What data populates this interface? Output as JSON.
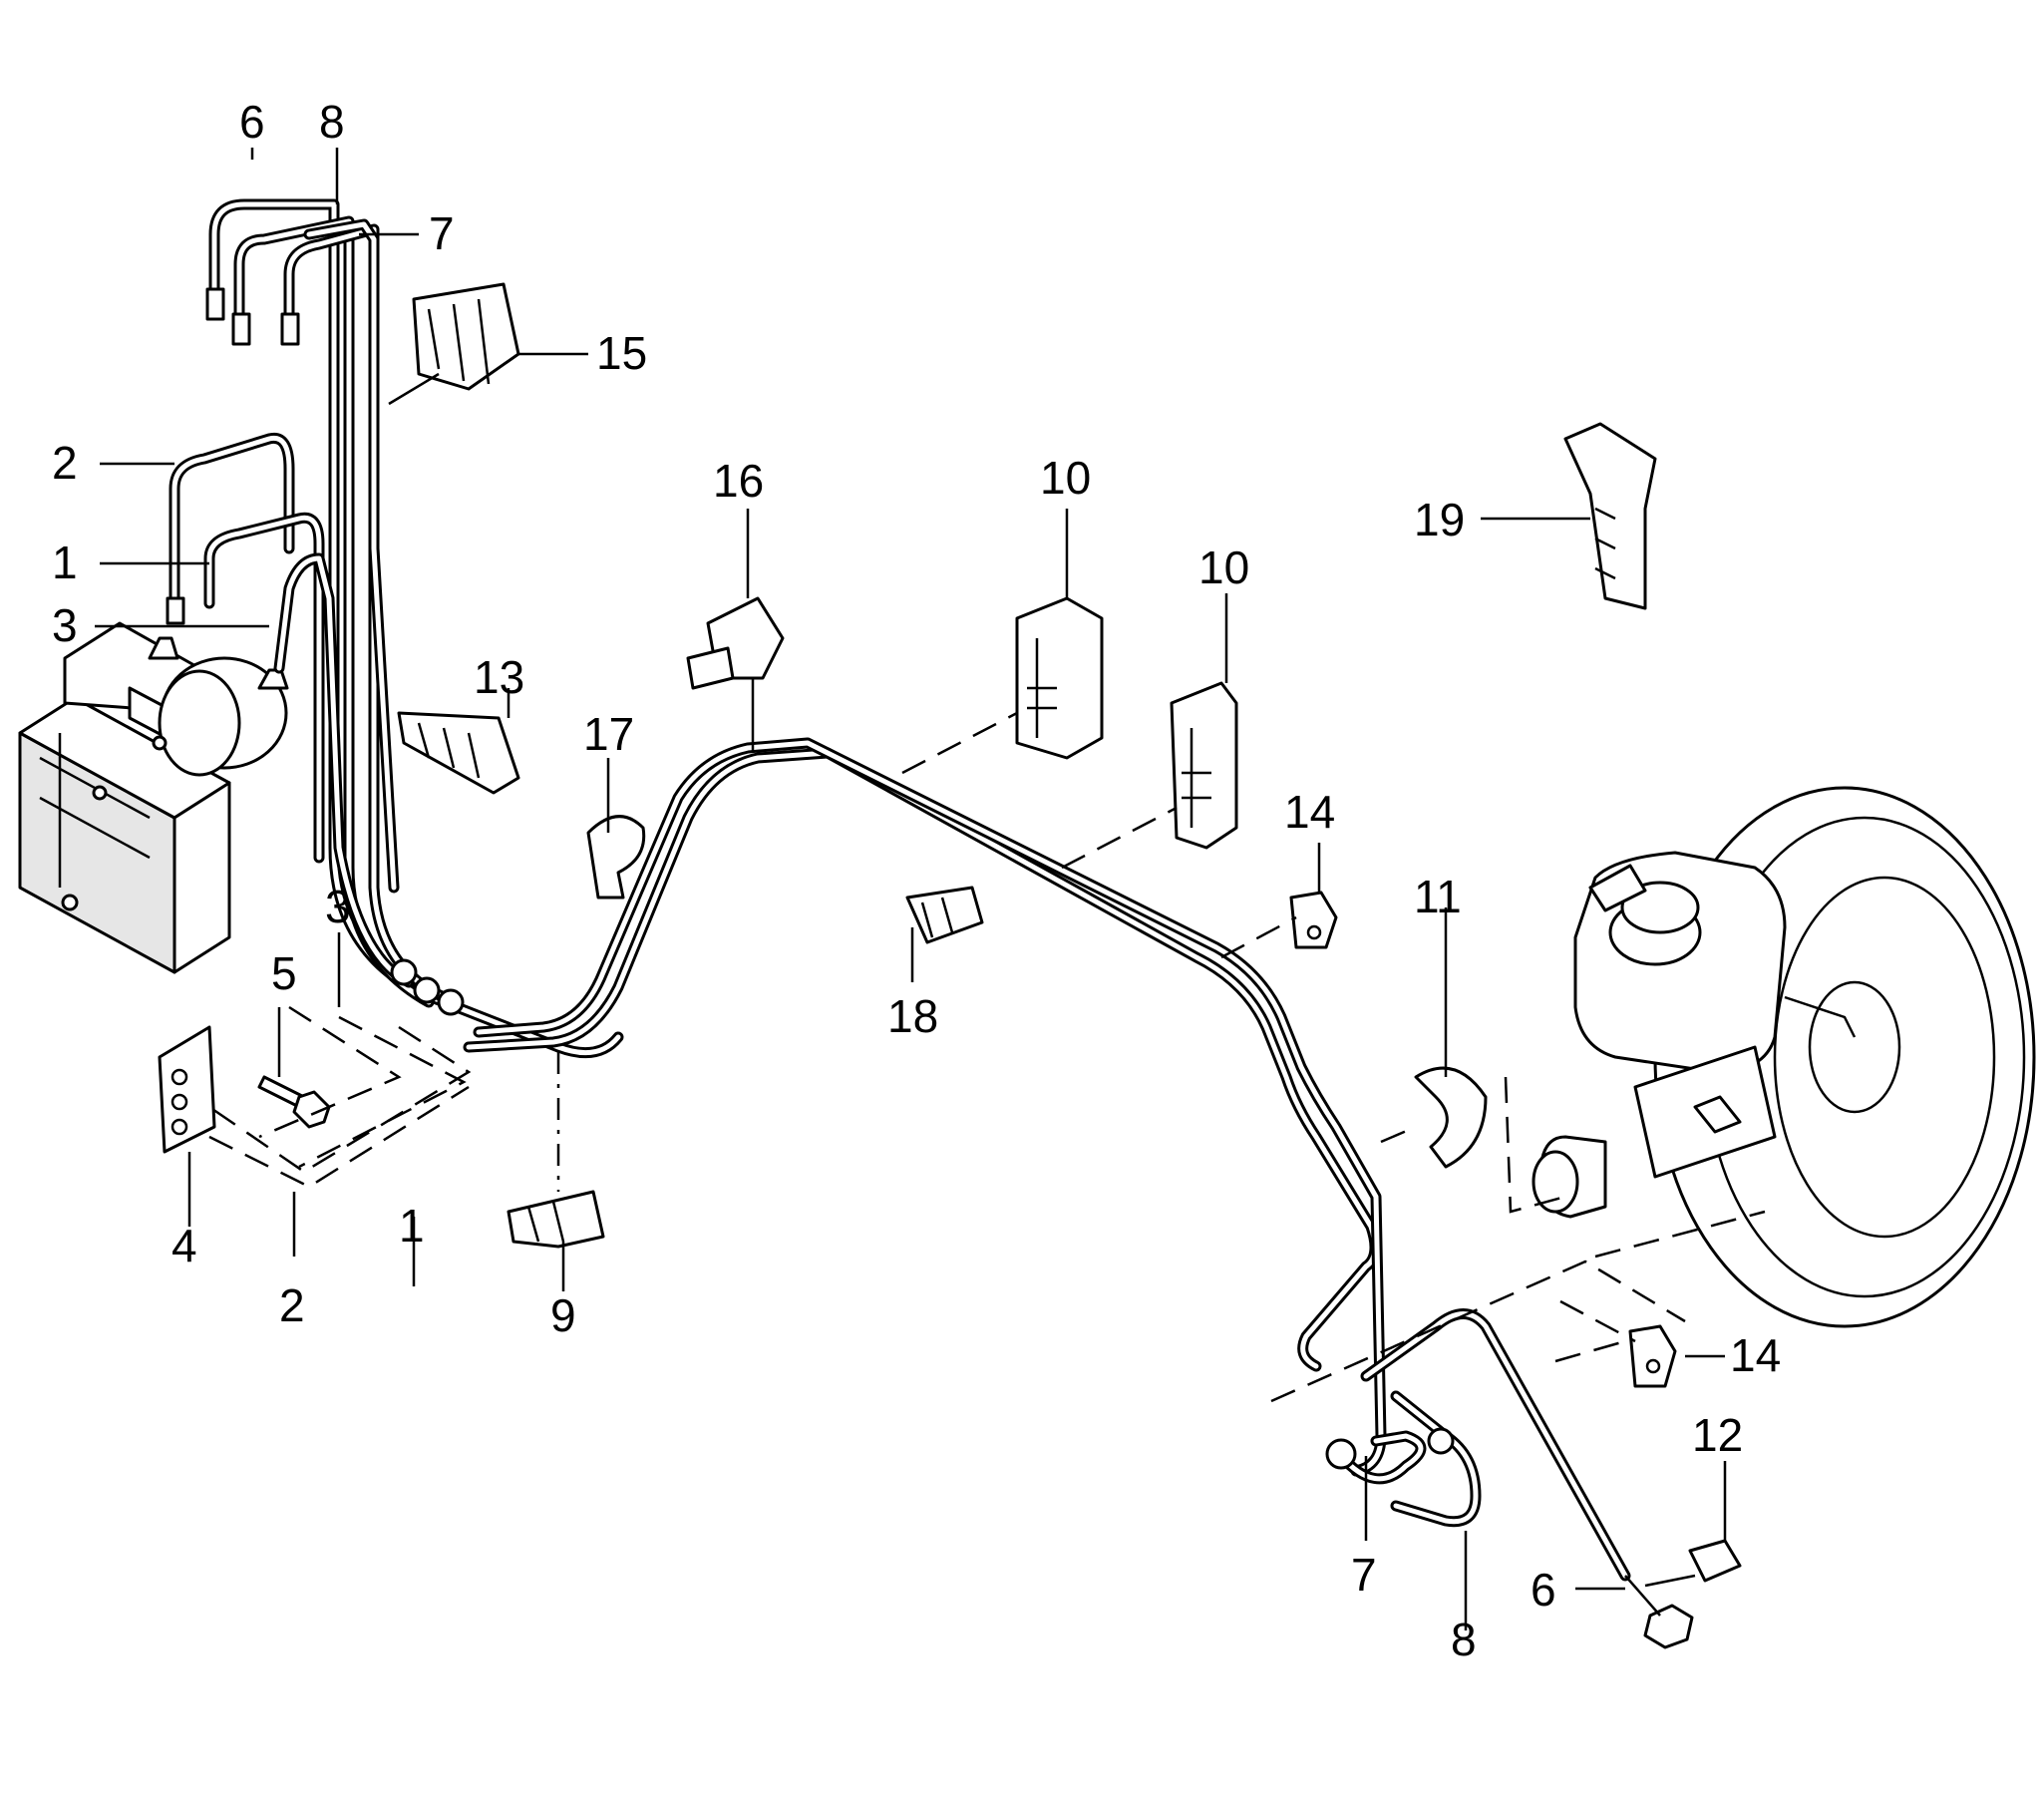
{
  "callouts": {
    "c6_top": "6",
    "c8_top": "8",
    "c7_top": "7",
    "c15": "15",
    "c2_left": "2",
    "c1_left": "1",
    "c3_left": "3",
    "c13": "13",
    "c16": "16",
    "c17": "17",
    "c10_a": "10",
    "c10_b": "10",
    "c19": "19",
    "c14_a": "14",
    "c11": "11",
    "c18": "18",
    "c3_mid": "3",
    "c5": "5",
    "c4": "4",
    "c2_bottom": "2",
    "c1_bottom": "1",
    "c9": "9",
    "c14_b": "14",
    "c12": "12",
    "c6_bottom": "6",
    "c7_bottom": "7",
    "c8_bottom": "8"
  }
}
